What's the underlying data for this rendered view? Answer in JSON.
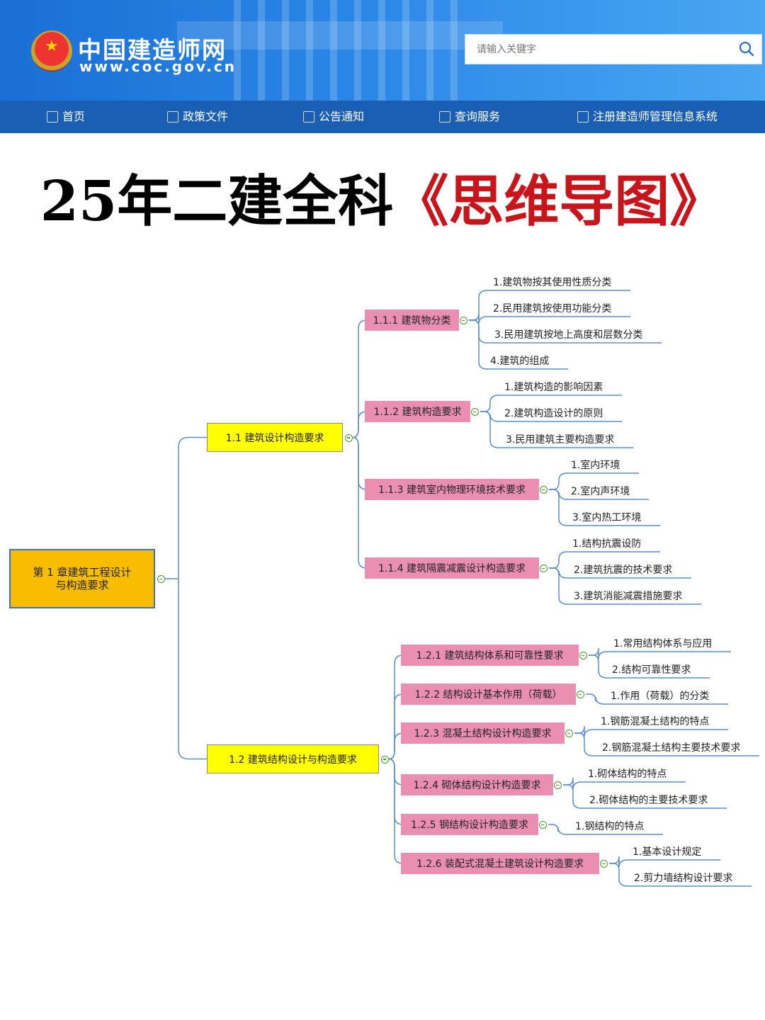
{
  "header": {
    "site_name": "中国建造师网",
    "site_url": "www.coc.gov.cn",
    "search_placeholder": "请输入关键字"
  },
  "nav": [
    "首页",
    "政策文件",
    "公告通知",
    "查询服务",
    "注册建造师管理信息系统"
  ],
  "title": {
    "black": "25年二建全科",
    "red": "《思维导图》"
  },
  "mindmap": {
    "root": "第 1 章建筑工程设计与构造要求",
    "sections": [
      {
        "label": "1.1 建筑设计构造要求",
        "groups": [
          {
            "label": "1.1.1 建筑物分类",
            "items": [
              "1.建筑物按其使用性质分类",
              "2.民用建筑按使用功能分类",
              "3.民用建筑按地上高度和层数分类",
              "4.建筑的组成"
            ]
          },
          {
            "label": "1.1.2 建筑构造要求",
            "items": [
              "1.建筑构造的影响因素",
              "2.建筑构造设计的原则",
              "3.民用建筑主要构造要求"
            ]
          },
          {
            "label": "1.1.3 建筑室内物理环境技术要求",
            "items": [
              "1.室内环境",
              "2.室内声环境",
              "3.室内热工环境"
            ]
          },
          {
            "label": "1.1.4 建筑隔震减震设计构造要求",
            "items": [
              "1.结构抗震设防",
              "2.建筑抗震的技术要求",
              "3.建筑消能减震措施要求"
            ]
          }
        ]
      },
      {
        "label": "1.2 建筑结构设计与构造要求",
        "groups": [
          {
            "label": "1.2.1 建筑结构体系和可靠性要求",
            "items": [
              "1.常用结构体系与应用",
              "2.结构可靠性要求"
            ]
          },
          {
            "label": "1.2.2 结构设计基本作用（荷载）",
            "items": [
              "1.作用（荷载）的分类"
            ]
          },
          {
            "label": "1.2.3 混凝土结构设计构造要求",
            "items": [
              "1.钢筋混凝土结构的特点",
              "2.钢筋混凝土结构主要技术要求"
            ]
          },
          {
            "label": "1.2.4 砌体结构设计构造要求",
            "items": [
              "1.砌体结构的特点",
              "2.砌体结构的主要技术要求"
            ]
          },
          {
            "label": "1.2.5 钢结构设计构造要求",
            "items": [
              "1.钢结构的特点"
            ]
          },
          {
            "label": "1.2.6 装配式混凝土建筑设计构造要求",
            "items": [
              "1.基本设计规定",
              "2.剪力墙结构设计要求"
            ]
          }
        ]
      }
    ]
  },
  "colors": {
    "header_blue": "#1a6fd4",
    "nav_blue": "#1a5fb3",
    "root_fill": "#f9bd00",
    "level1_fill": "#ffff00",
    "level2_fill": "#ea8fb1",
    "connector": "#5b8fc9",
    "title_red": "#c8141b"
  }
}
